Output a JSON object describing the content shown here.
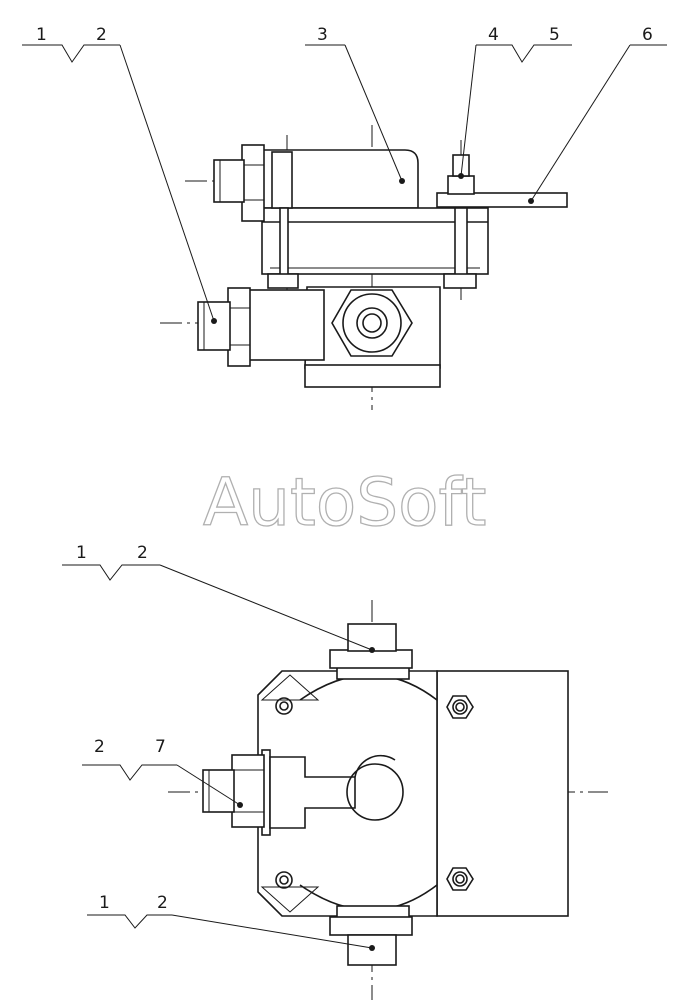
{
  "watermark": "AutoSoft",
  "top_view": {
    "callouts": [
      "1",
      "2",
      "3",
      "4",
      "5",
      "6"
    ]
  },
  "bottom_view": {
    "callouts_top": [
      "1",
      "2"
    ],
    "callouts_left": [
      "2",
      "7"
    ],
    "callouts_bottom": [
      "1",
      "2"
    ]
  }
}
